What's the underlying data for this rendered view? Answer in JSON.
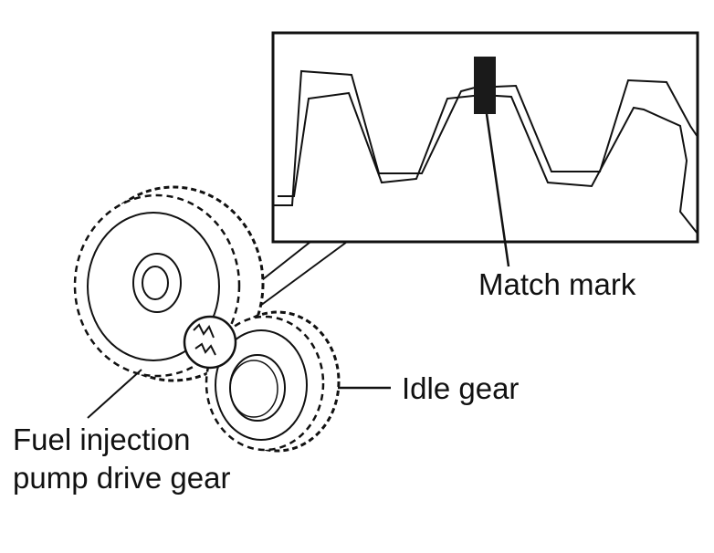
{
  "labels": {
    "match_mark": "Match mark",
    "idle_gear": "Idle gear",
    "fuel_pump_gear_line1": "Fuel injection",
    "fuel_pump_gear_line2": "pump drive gear"
  },
  "colors": {
    "ink": "#111111",
    "mark": "#1a1a1a",
    "background": "#ffffff"
  }
}
